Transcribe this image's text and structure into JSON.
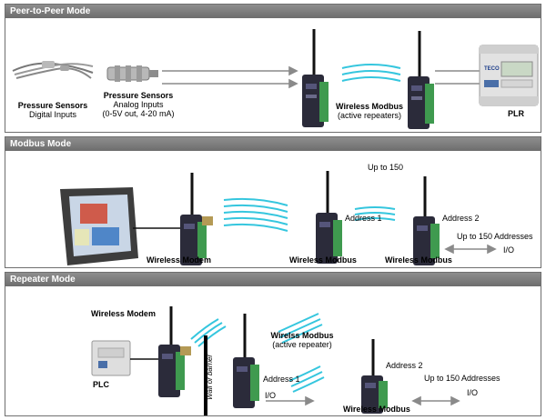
{
  "panels": [
    {
      "title": "Peer-to-Peer Mode",
      "sensors_digital": [
        "Pressure Sensors",
        "Digital Inputs"
      ],
      "sensors_analog": [
        "Pressure Sensors",
        "Analog Inputs",
        "(0-5V out, 4-20 mA)"
      ],
      "modbus": [
        "Wireless Modbus",
        "(active repeaters)"
      ],
      "plr": "PLR",
      "plr_brand": "TECO"
    },
    {
      "title": "Modbus Mode",
      "modem": "Wireless Modem",
      "modbus_1": "Wireless Modbus",
      "modbus_2": "Wireless Modbus",
      "address_1": "Address 1",
      "address_2": "Address 2",
      "up_to": "Up to 150",
      "up_to_addresses": "Up to 150 Addresses",
      "io": "I/O"
    },
    {
      "title": "Repeater Mode",
      "modem": "Wireless Modem",
      "plc": "PLC",
      "wall": "Wall or barrier",
      "repeater": [
        "Wirelss Modbus",
        "(active repeater)"
      ],
      "address_1": "Address 1",
      "io_1": "I/O",
      "modbus": "Wireless Modbus",
      "address_2": "Address 2",
      "up_to_addresses": "Up to 150 Addresses",
      "io_2": "I/O"
    }
  ],
  "colors": {
    "header": "#7a7a7a",
    "device_body": "#2b2b3a",
    "terminal_green": "#3f9a4f",
    "signal_cyan": "#35c6de",
    "arrow_gray": "#8a8a8a"
  }
}
